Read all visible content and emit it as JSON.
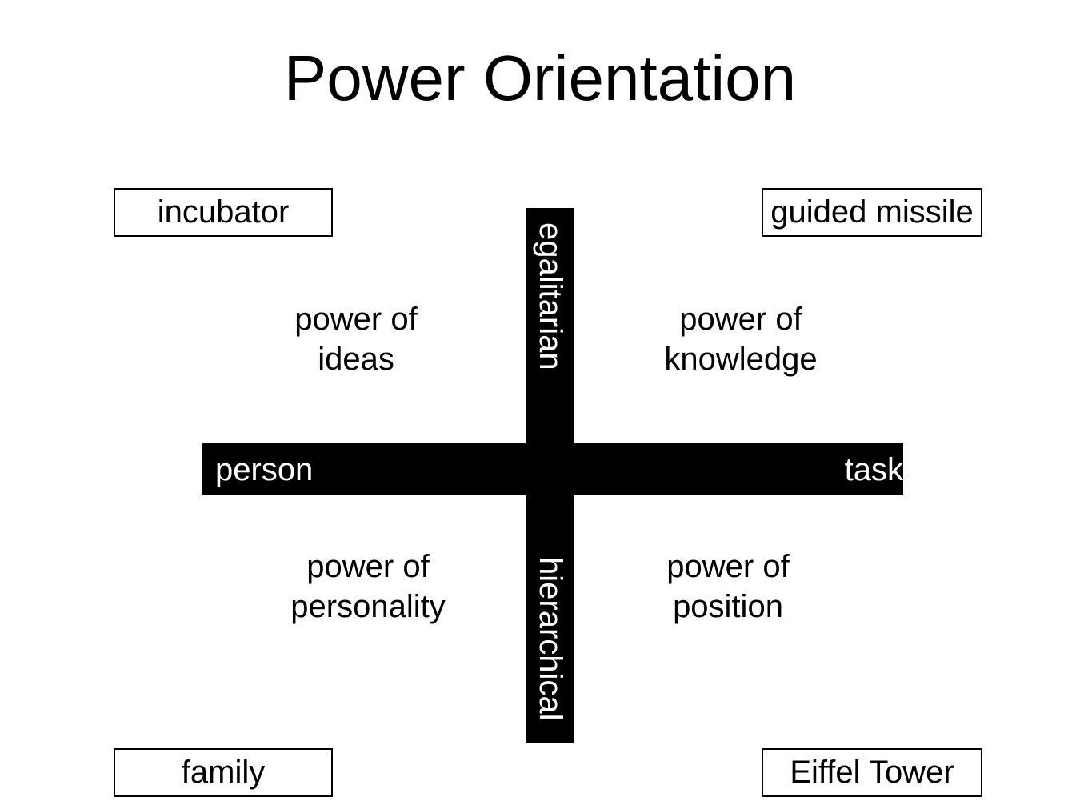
{
  "title": "Power Orientation",
  "corners": {
    "top_left": "incubator",
    "top_right": "guided missile",
    "bottom_left": "family",
    "bottom_right": "Eiffel Tower"
  },
  "quadrants": {
    "top_left": [
      "power of",
      "ideas"
    ],
    "top_right": [
      "power of",
      "knowledge"
    ],
    "bottom_left": [
      "power of",
      "personality"
    ],
    "bottom_right": [
      "power of",
      "position"
    ]
  },
  "axes": {
    "horizontal_left": "person",
    "horizontal_right": "task",
    "vertical_top": "egalitarian",
    "vertical_bottom": "hierarchical"
  },
  "colors": {
    "axis": "#000000",
    "axis_text": "#ffffff",
    "text": "#000000",
    "background": "#ffffff"
  }
}
